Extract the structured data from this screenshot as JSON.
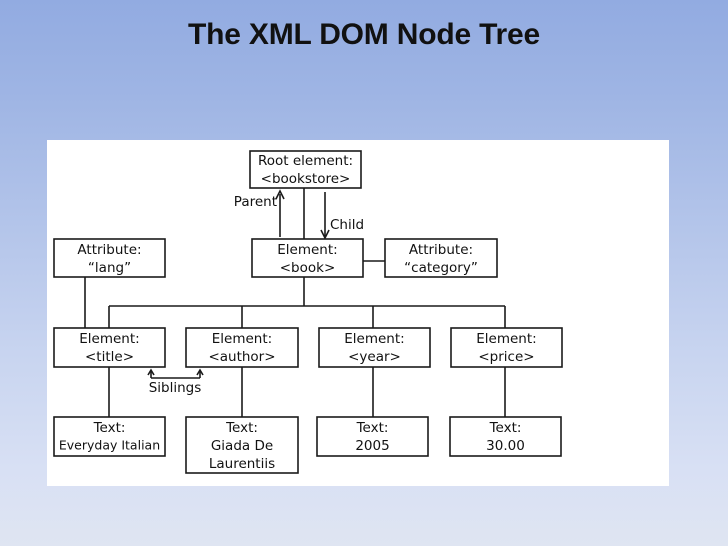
{
  "slide": {
    "title": "The XML DOM Node Tree",
    "background_top_color": "#92abe1",
    "background_bottom_color": "#dfe5f2",
    "panel_color": "#ffffff",
    "line_color": "#1a1a1a"
  },
  "diagram": {
    "type": "tree",
    "nodes": {
      "root": {
        "line1": "Root element:",
        "line2": "<bookstore>"
      },
      "attr_lang": {
        "line1": "Attribute:",
        "line2": "“lang”"
      },
      "book": {
        "line1": "Element:",
        "line2": "<book>"
      },
      "attr_category": {
        "line1": "Attribute:",
        "line2": "“category”"
      },
      "el_title": {
        "line1": "Element:",
        "line2": "<title>"
      },
      "el_author": {
        "line1": "Element:",
        "line2": "<author>"
      },
      "el_year": {
        "line1": "Element:",
        "line2": "<year>"
      },
      "el_price": {
        "line1": "Element:",
        "line2": "<price>"
      },
      "text_title": {
        "line1": "Text:",
        "line2": "Everyday Italian",
        "line3": ""
      },
      "text_author": {
        "line1": "Text:",
        "line2": "Giada De",
        "line3": "Laurentiis"
      },
      "text_year": {
        "line1": "Text:",
        "line2": "2005",
        "line3": ""
      },
      "text_price": {
        "line1": "Text:",
        "line2": "30.00",
        "line3": ""
      }
    },
    "edge_labels": {
      "parent": "Parent",
      "child": "Child",
      "siblings": "Siblings"
    }
  }
}
